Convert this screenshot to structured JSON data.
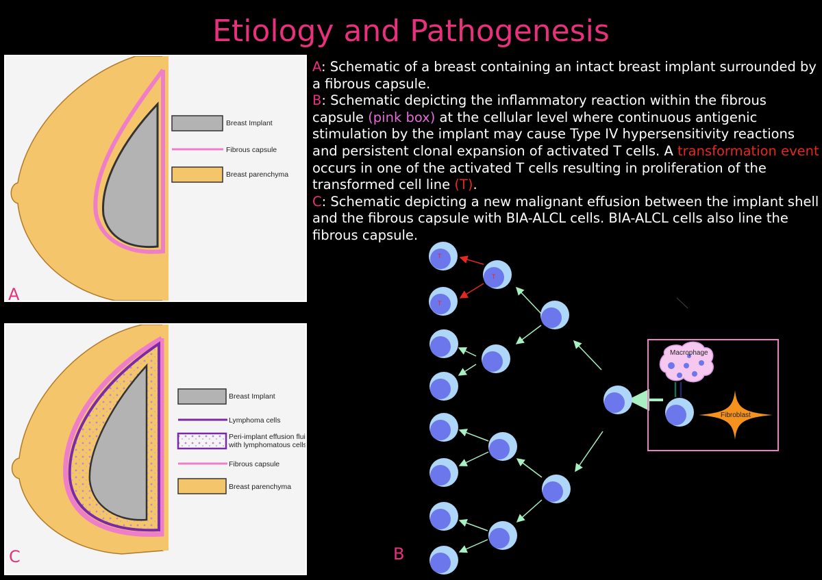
{
  "title": "Etiology and Pathogenesis",
  "description": {
    "a_letter": "A",
    "a_text": ": Schematic of a breast containing an intact breast implant surrounded by a fibrous capsule.",
    "b_letter": "B",
    "b_text1": ": Schematic depicting the inflammatory reaction within the fibrous capsule ",
    "b_pink_box": "(pink box)",
    "b_text2": " at the cellular level where continuous antigenic stimulation by the implant may cause Type IV hypersensitivity reactions and persistent clonal expansion of activated T cells. A ",
    "b_transformation": "transformation event",
    "b_text3": " occurs in one of the activated T cells resulting in proliferation of the transformed cell line ",
    "b_t": "(T)",
    "b_end": ".",
    "c_letter": "C",
    "c_text": ": Schematic depicting a new malignant effusion between the implant shell and the fibrous capsule with BIA-ALCL cells. BIA-ALCL cells also line the fibrous capsule."
  },
  "panel_a": {
    "letter": "A",
    "legend": {
      "implant": "Breast Implant",
      "capsule": "Fibrous capsule",
      "parenchyma": "Breast parenchyma"
    }
  },
  "panel_c": {
    "letter": "C",
    "legend": {
      "implant": "Breast Implant",
      "lymphoma": "Lymphoma cells",
      "effusion_line1": "Peri-implant effusion fluid",
      "effusion_line2": "with lymphomatous cells",
      "capsule": "Fibrous capsule",
      "parenchyma": "Breast parenchyma"
    }
  },
  "diagram_b": {
    "letter": "B",
    "macrophage": "Macrophage",
    "fibroblast": "Fibroblast",
    "transformed_label": "T"
  },
  "colors": {
    "title_pink": "#e8317d",
    "highlight_pink": "#e46bd9",
    "highlight_red": "#e5281f",
    "breast_tissue": "#f5c56c",
    "capsule_pink": "#ef7ec8",
    "implant_gray": "#b3b3b3",
    "lymphoma_purple": "#7a2aa6",
    "cell_outer": "#aed6f8",
    "cell_nucleus": "#6d77ec",
    "arrow_green": "#a8f0c2",
    "fibroblast_orange": "#f4921d"
  }
}
